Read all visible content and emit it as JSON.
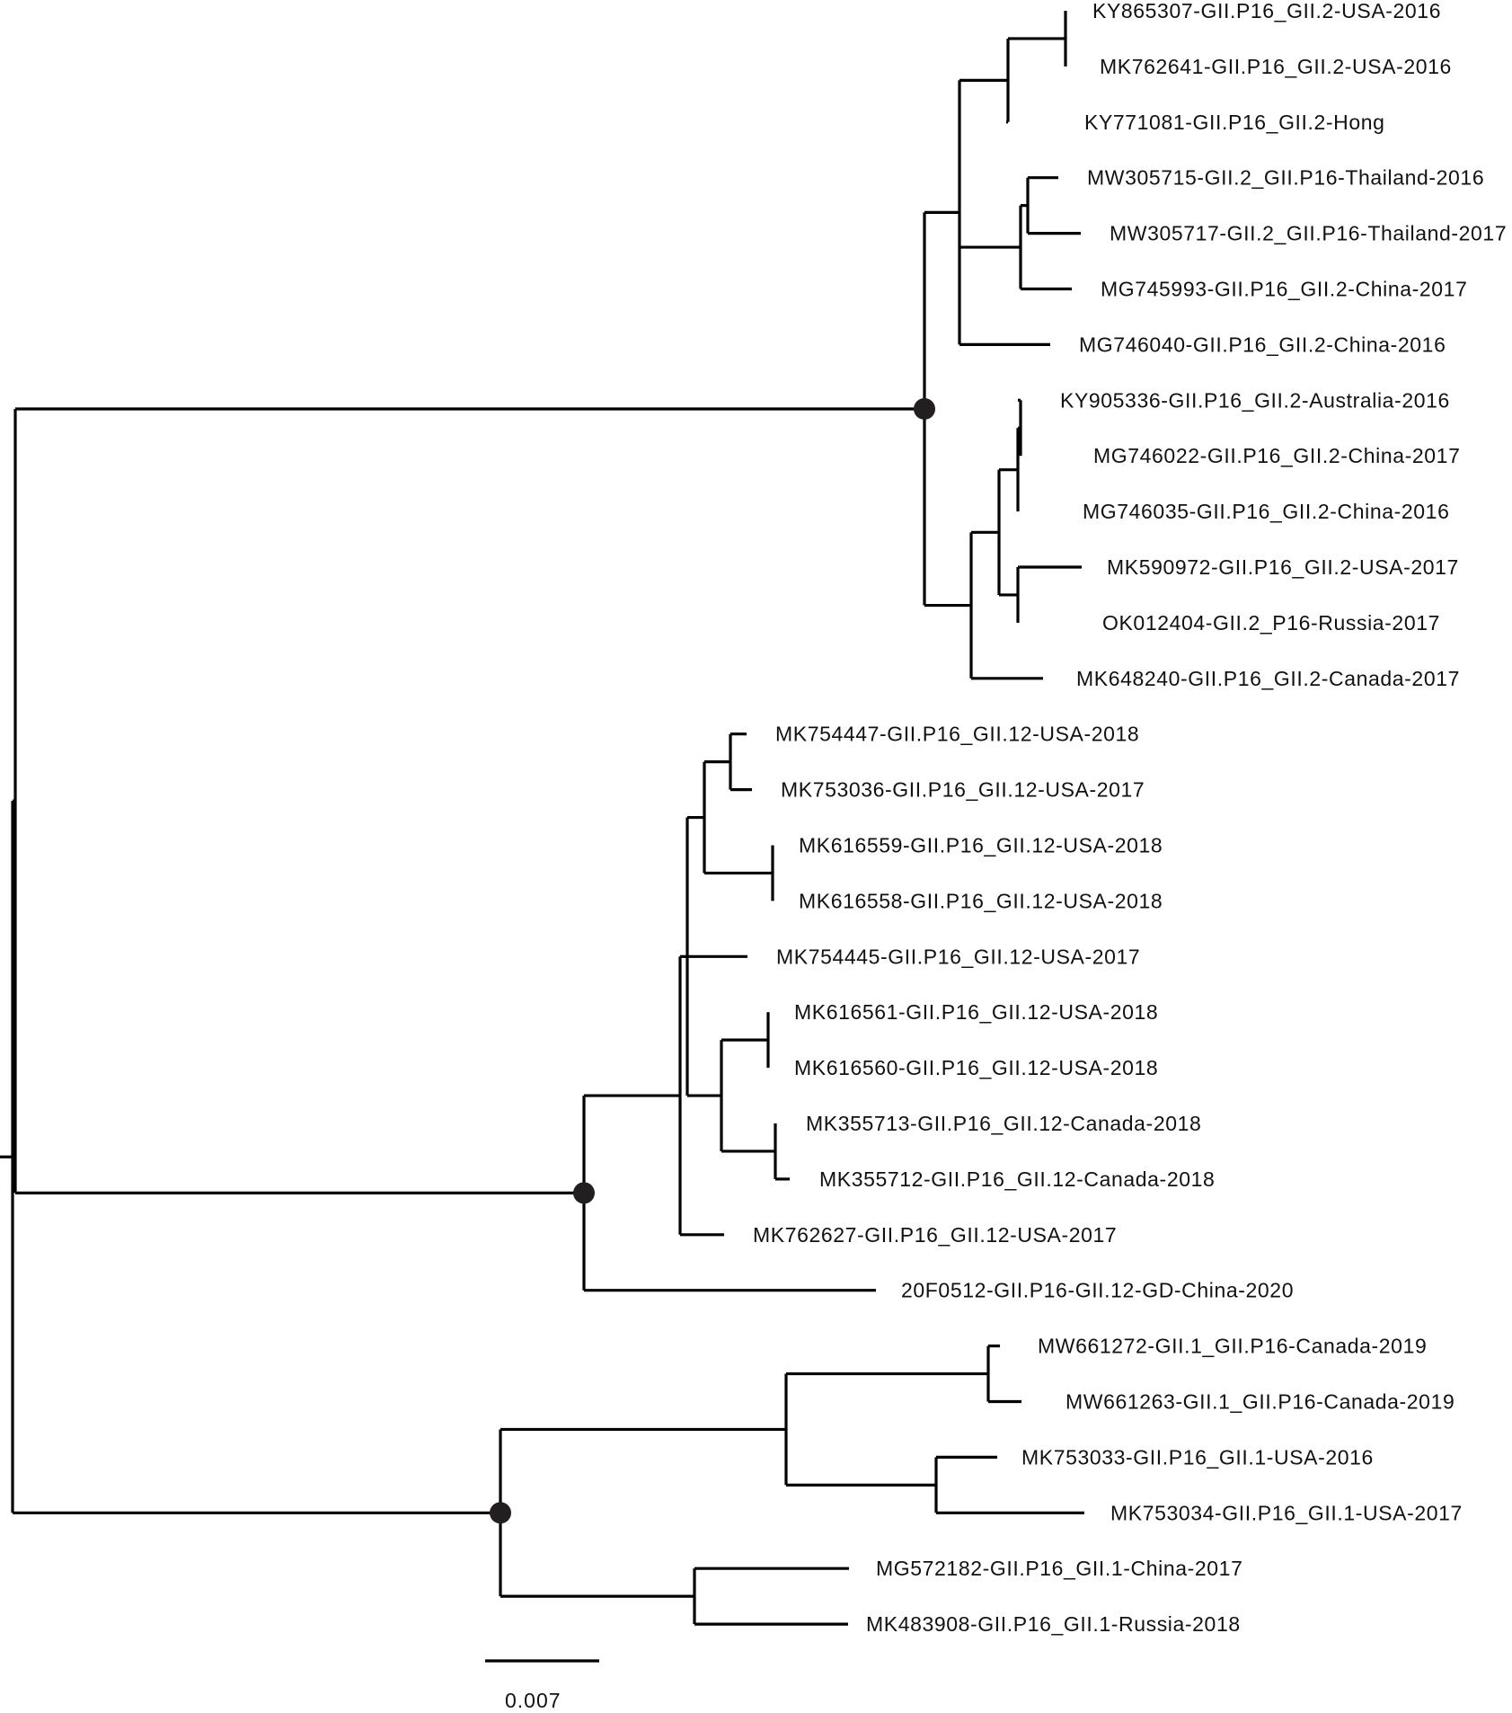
{
  "highlight_color": "#d0312d",
  "text_color": "#111111",
  "node_marker_color": "#231f20",
  "scale_bar": {
    "label": "0.007"
  },
  "taxa": [
    "KY865307-GII.P16_GII.2-USA-2016",
    "MK762641-GII.P16_GII.2-USA-2016",
    "KY771081-GII.P16_GII.2-Hong",
    "MW305715-GII.2_GII.P16-Thailand-2016",
    "MW305717-GII.2_GII.P16-Thailand-2017",
    "MG745993-GII.P16_GII.2-China-2017",
    "MG746040-GII.P16_GII.2-China-2016",
    "KY905336-GII.P16_GII.2-Australia-2016",
    "MG746022-GII.P16_GII.2-China-2017",
    "MG746035-GII.P16_GII.2-China-2016",
    "MK590972-GII.P16_GII.2-USA-2017",
    "OK012404-GII.2_P16-Russia-2017",
    "MK648240-GII.P16_GII.2-Canada-2017",
    "MK754447-GII.P16_GII.12-USA-2018",
    "MK753036-GII.P16_GII.12-USA-2017",
    "MK616559-GII.P16_GII.12-USA-2018",
    "MK616558-GII.P16_GII.12-USA-2018",
    "MK754445-GII.P16_GII.12-USA-2017",
    "MK616561-GII.P16_GII.12-USA-2018",
    "MK616560-GII.P16_GII.12-USA-2018",
    "MK355713-GII.P16_GII.12-Canada-2018",
    "MK355712-GII.P16_GII.12-Canada-2018",
    "MK762627-GII.P16_GII.12-USA-2017",
    "20F0512-GII.P16-GII.12-GD-China-2020",
    "MW661272-GII.1_GII.P16-Canada-2019",
    "MW661263-GII.1_GII.P16-Canada-2019",
    "MK753033-GII.P16_GII.1-USA-2016",
    "MK753034-GII.P16_GII.1-USA-2017",
    "MG572182-GII.P16_GII.1-China-2017",
    "MK483908-GII.P16_GII.1-Russia-2018"
  ],
  "highlighted_taxon": "20F0512-GII.P16-GII.12-GD-China-2020"
}
